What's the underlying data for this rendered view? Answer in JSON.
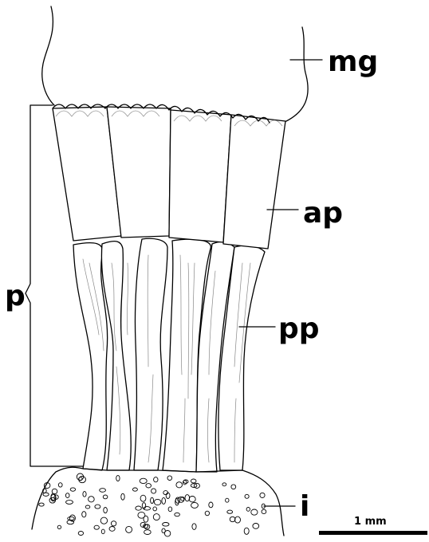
{
  "labels": {
    "mg": "mg",
    "ap": "ap",
    "pp": "pp",
    "p": "p",
    "i": "i"
  },
  "scale_bar": {
    "text": "1 mm"
  }
}
